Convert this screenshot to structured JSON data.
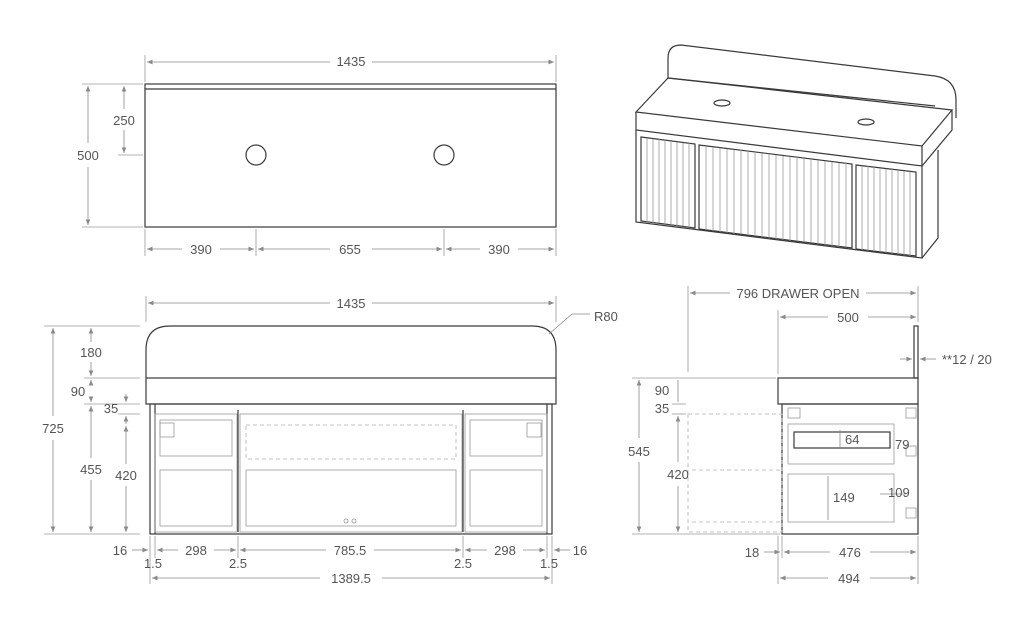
{
  "plan_view": {
    "overall_width": "1435",
    "depth": "500",
    "tap_setback": "250",
    "left_offset": "390",
    "tap_spacing": "655",
    "right_offset": "390"
  },
  "front_view": {
    "overall_width": "1435",
    "splashback_radius": "R80",
    "total_height": "725",
    "splashback_height": "180",
    "top_thickness": "90",
    "gap": "35",
    "cabinet_height": "455",
    "drawer_height": "420",
    "side_left": "16",
    "side_right": "16",
    "left_drawer_width": "298",
    "centre_drawer_width": "785.5",
    "right_drawer_width": "298",
    "gap_outer_left": "1.5",
    "gap_inner_left": "2.5",
    "gap_inner_right": "2.5",
    "gap_outer_right": "1.5",
    "inner_width": "1389.5"
  },
  "side_view": {
    "drawer_open": "796 DRAWER OPEN",
    "depth": "500",
    "splashback_note": "**12 / 20",
    "top_thickness": "90",
    "gap": "35",
    "cabinet_height": "545",
    "drawer_height": "420",
    "internal_upper": "64",
    "internal_upper_side": "79",
    "internal_lower": "149",
    "internal_lower_side": "109",
    "back_offset": "18",
    "inner_depth": "476",
    "cabinet_depth": "494"
  }
}
